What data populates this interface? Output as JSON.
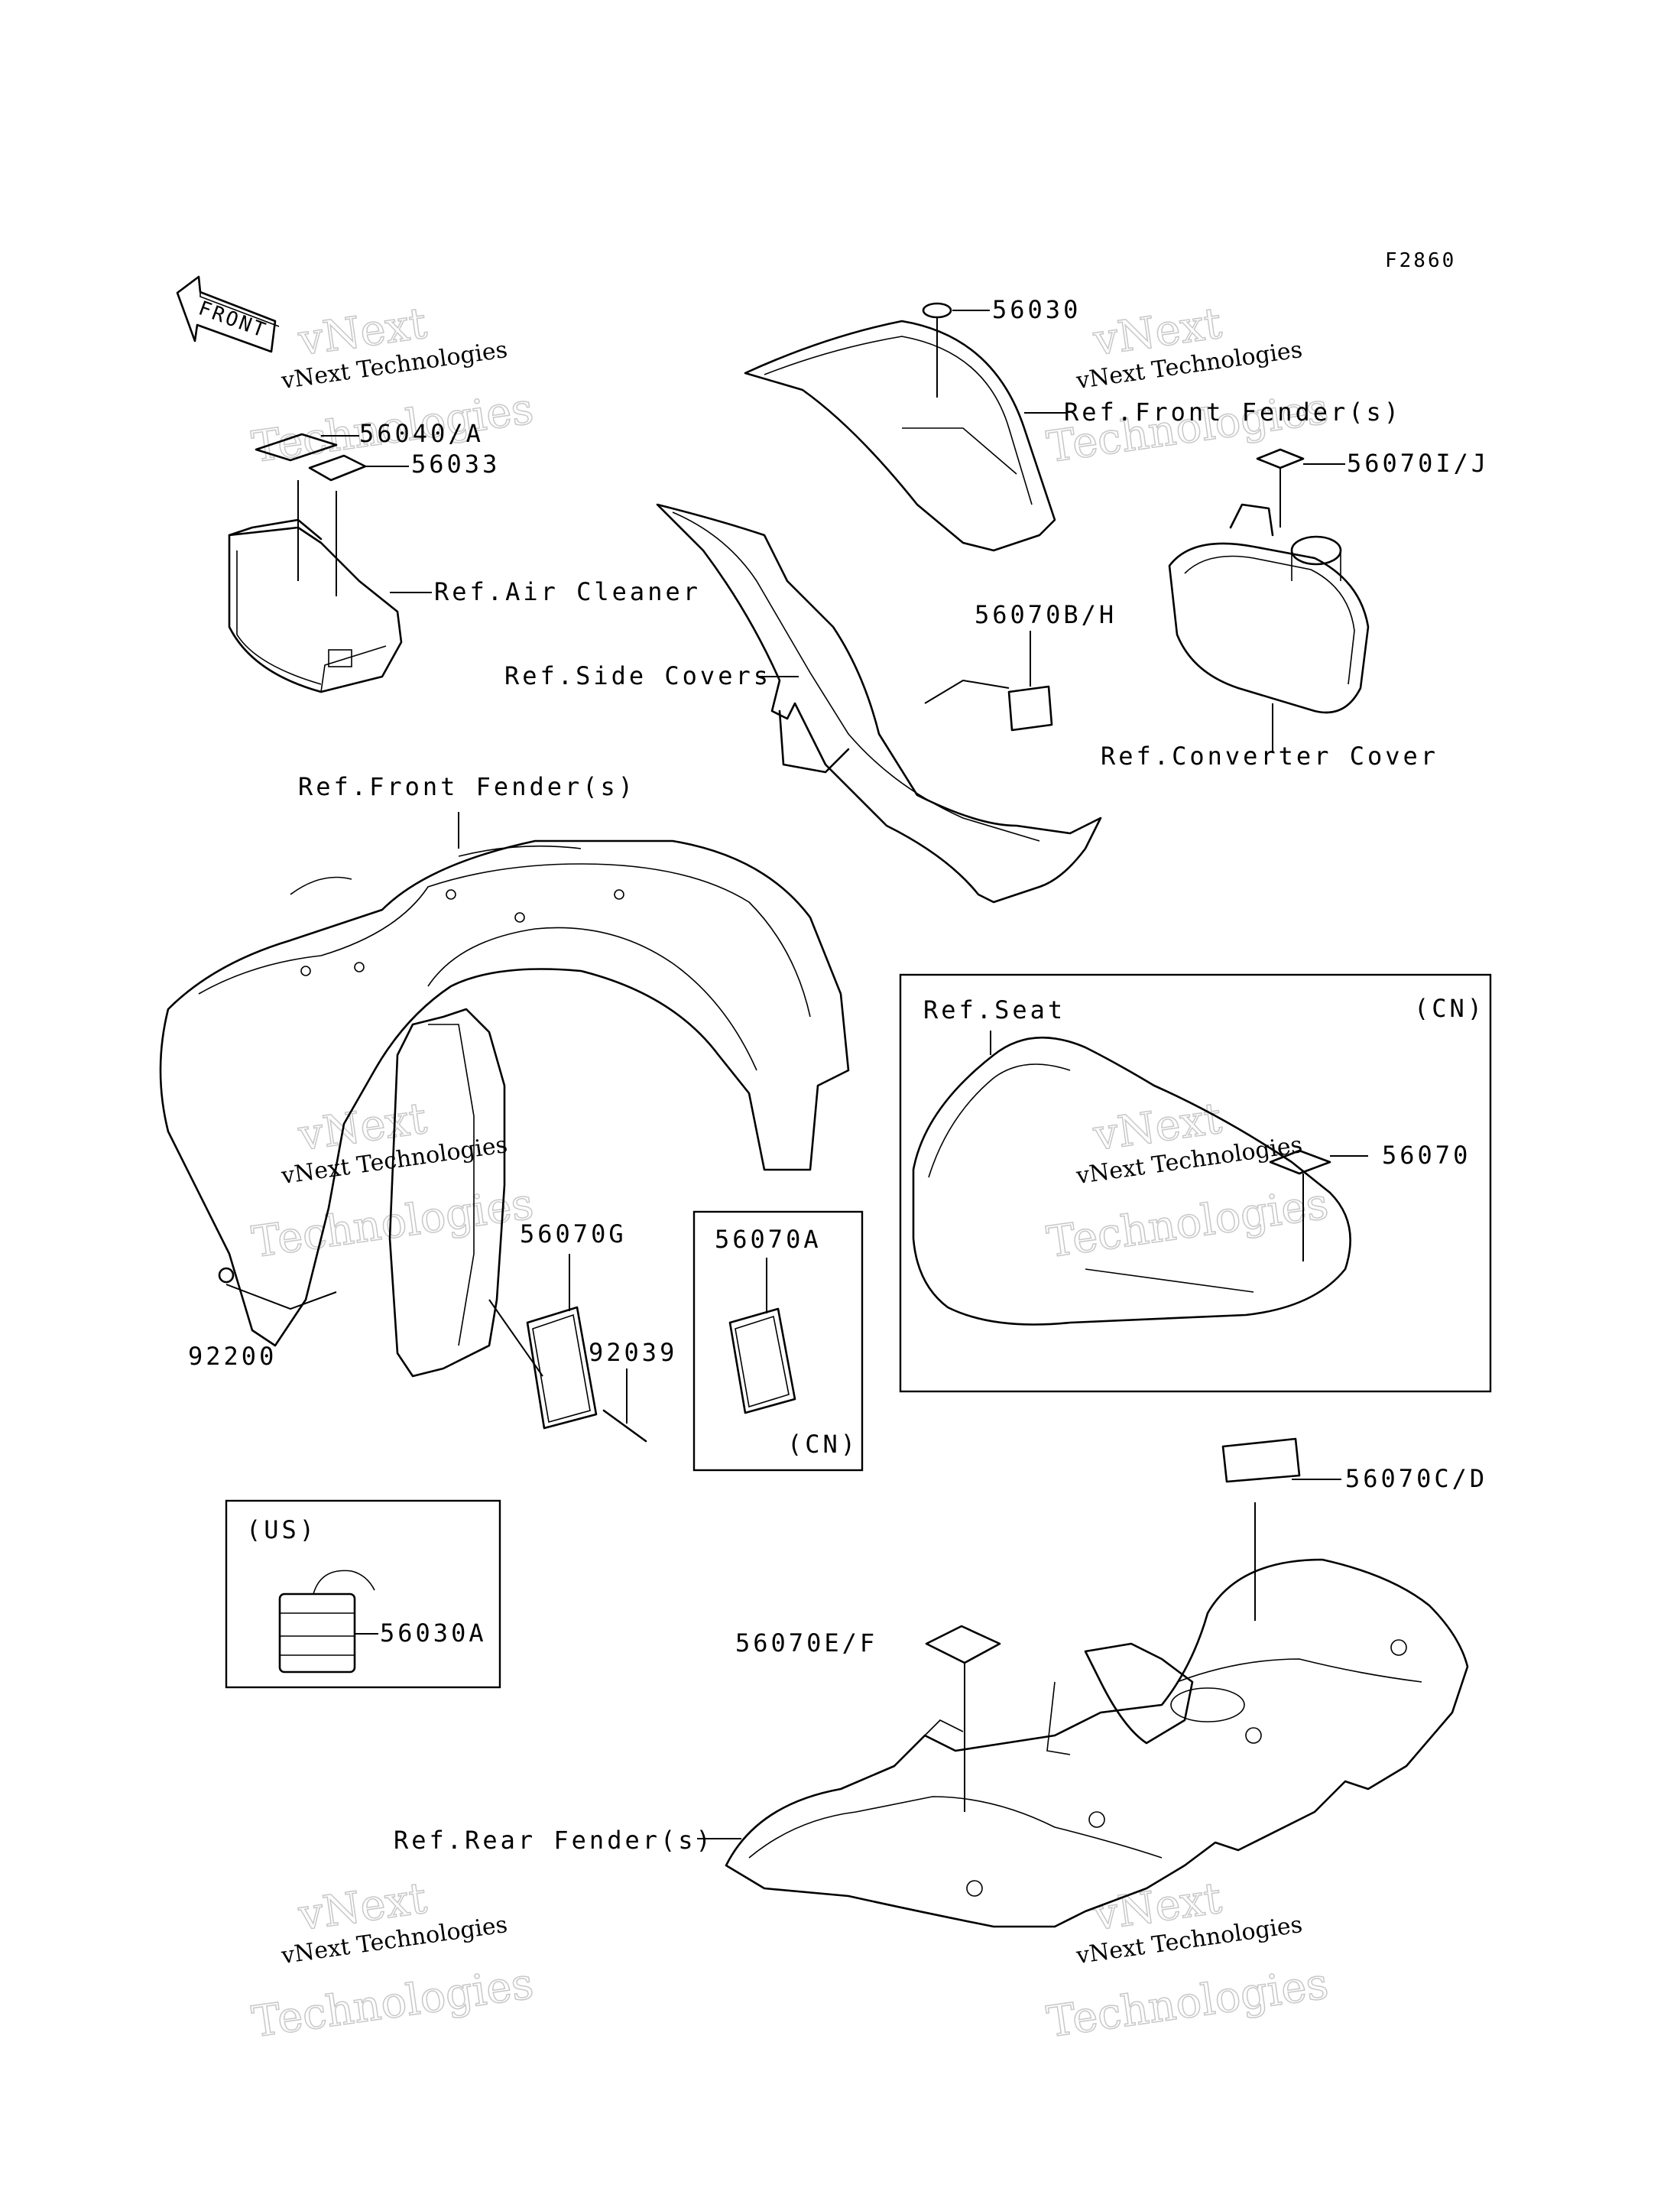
{
  "figure_id": "F2860",
  "front_arrow_text": "FRONT",
  "watermark": {
    "line1": "vNext Technologies",
    "line2": "vNext",
    "line3": "Technologies"
  },
  "callouts": {
    "p56030": "56030",
    "ref_front_fender_top": "Ref.Front Fender(s)",
    "p56040a": "56040/A",
    "p56033": "56033",
    "p56070ij": "56070I/J",
    "ref_air_cleaner": "Ref.Air Cleaner",
    "p56070bh": "56070B/H",
    "ref_side_covers": "Ref.Side Covers",
    "ref_converter_cover": "Ref.Converter Cover",
    "ref_front_fender_main": "Ref.Front Fender(s)",
    "ref_seat": "Ref.Seat",
    "cn_seat": "(CN)",
    "p56070": "56070",
    "p56070g": "56070G",
    "p56070a": "56070A",
    "p92200": "92200",
    "p92039": "92039",
    "cn_box": "(CN)",
    "p56070cd": "56070C/D",
    "us_box": "(US)",
    "p56030a": "56030A",
    "p56070ef": "56070E/F",
    "ref_rear_fender": "Ref.Rear Fender(s)"
  }
}
